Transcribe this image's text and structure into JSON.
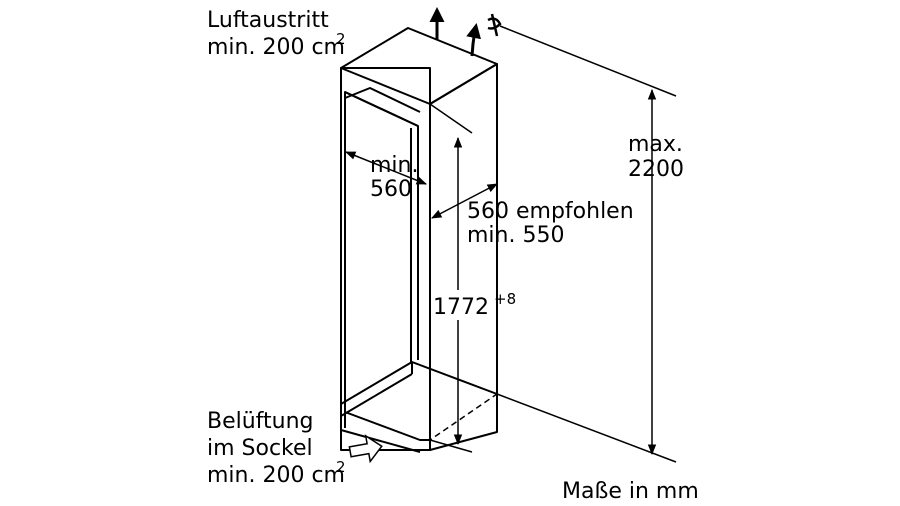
{
  "labels": {
    "air_outlet_title": "Luftaustritt",
    "air_outlet_value": "min. 200 cm",
    "air_outlet_sup": "2",
    "ventilation_title": "Belüftung",
    "ventilation_sub": "im Sockel",
    "ventilation_value": "min. 200 cm",
    "ventilation_sup": "2",
    "depth_min": "min.",
    "depth_value": "560",
    "width_recommended": "560 empfohlen",
    "width_min": "min. 550",
    "height_value": "1772",
    "height_tolerance": "+8",
    "max_label": "max.",
    "max_value": "2200",
    "units": "Maße in mm"
  },
  "icons": [
    "arrow-up-icon",
    "air-flow-icon",
    "screw-icon"
  ],
  "colors": {
    "line": "#000000",
    "background": "#ffffff"
  }
}
